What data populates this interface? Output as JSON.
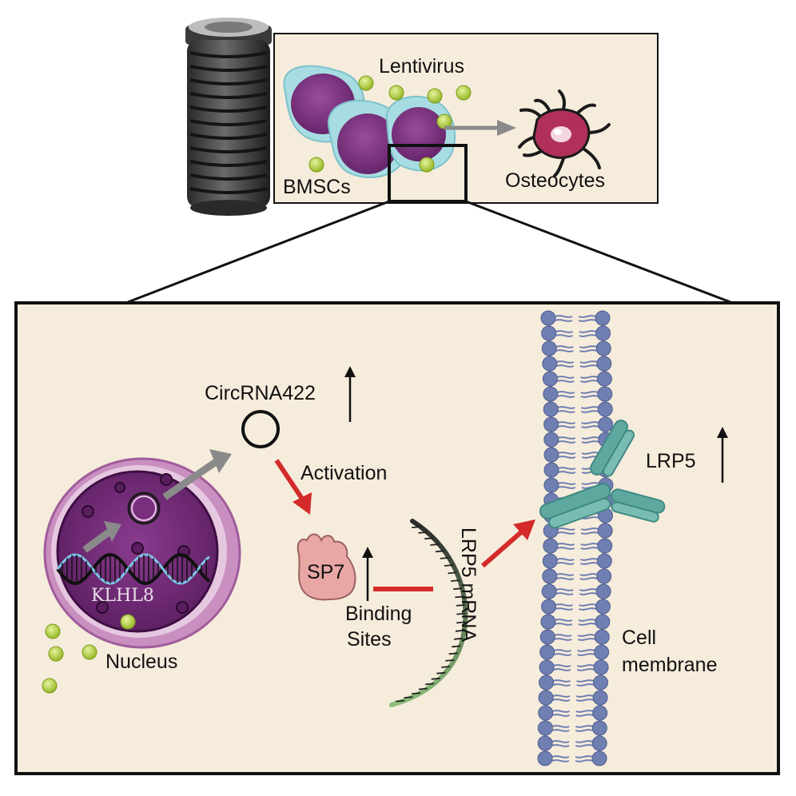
{
  "top_panel": {
    "lentivirus_label": "Lentivirus",
    "bmscs_label": "BMSCs",
    "osteocytes_label": "Osteocytes"
  },
  "bottom_panel": {
    "circrna_label": "CircRNA422",
    "activation_label": "Activation",
    "sp7_label": "SP7",
    "binding_label_line1": "Binding",
    "binding_label_line2": "Sites",
    "mrna_label": "LRP5 mRNA",
    "lrp5_label": "LRP5",
    "membrane_label_line1": "Cell",
    "membrane_label_line2": "membrane",
    "gene_label": "KLHL8",
    "nucleus_label": "Nucleus"
  },
  "colors": {
    "panel_fill": "#f6ecdc",
    "cell_cyan": "#9fd7de",
    "cell_purple": "#7a2f7e",
    "osteocyte": "#b0305a",
    "virus_green": "#b6d83a",
    "red_arrow": "#d42a2a",
    "gray_arrow": "#8a8a8a",
    "lipid_head": "#6f7fb1",
    "receptor_teal": "#5fa8a0",
    "sp7_pink": "#e8a6a4"
  }
}
